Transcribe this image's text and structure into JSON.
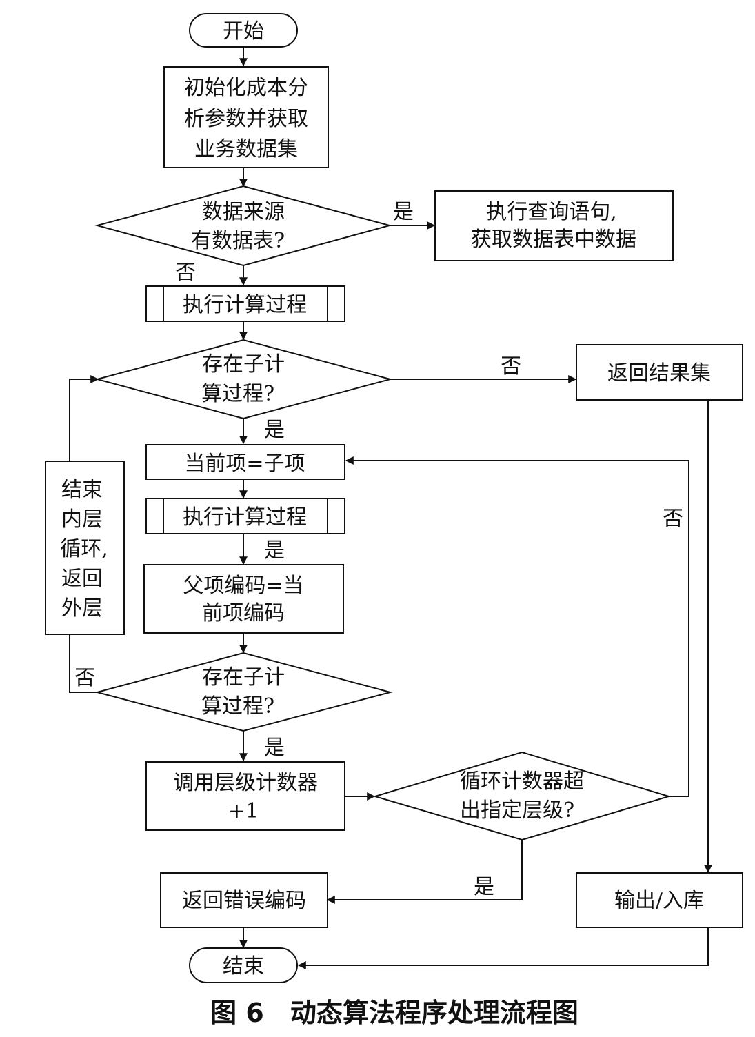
{
  "nodes": {
    "start": "开始",
    "init": [
      "初始化成本分",
      "析参数并获取",
      "业务数据集"
    ],
    "has_table": [
      "数据来源",
      "有数据表?"
    ],
    "query": [
      "执行查询语句,",
      "获取数据表中数据"
    ],
    "calc1": "执行计算过程",
    "sub1": [
      "存在子计",
      "算过程?"
    ],
    "return_result": "返回结果集",
    "current_item": "当前项=子项",
    "calc2": "执行计算过程",
    "parent_code": [
      "父项编码=当",
      "前项编码"
    ],
    "end_inner": [
      "结束",
      "内层",
      "循环,",
      "返回",
      "外层"
    ],
    "sub2": [
      "存在子计",
      "算过程?"
    ],
    "counter": [
      "调用层级计数器",
      "+1"
    ],
    "exceed": [
      "循环计数器超",
      "出指定层级?"
    ],
    "return_error": "返回错误编码",
    "output": "输出/入库",
    "end": "结束"
  },
  "labels": {
    "yes": "是",
    "no": "否"
  },
  "caption": "图 6　动态算法程序处理流程图",
  "colors": {
    "stroke": "#111111",
    "background": "#ffffff"
  }
}
